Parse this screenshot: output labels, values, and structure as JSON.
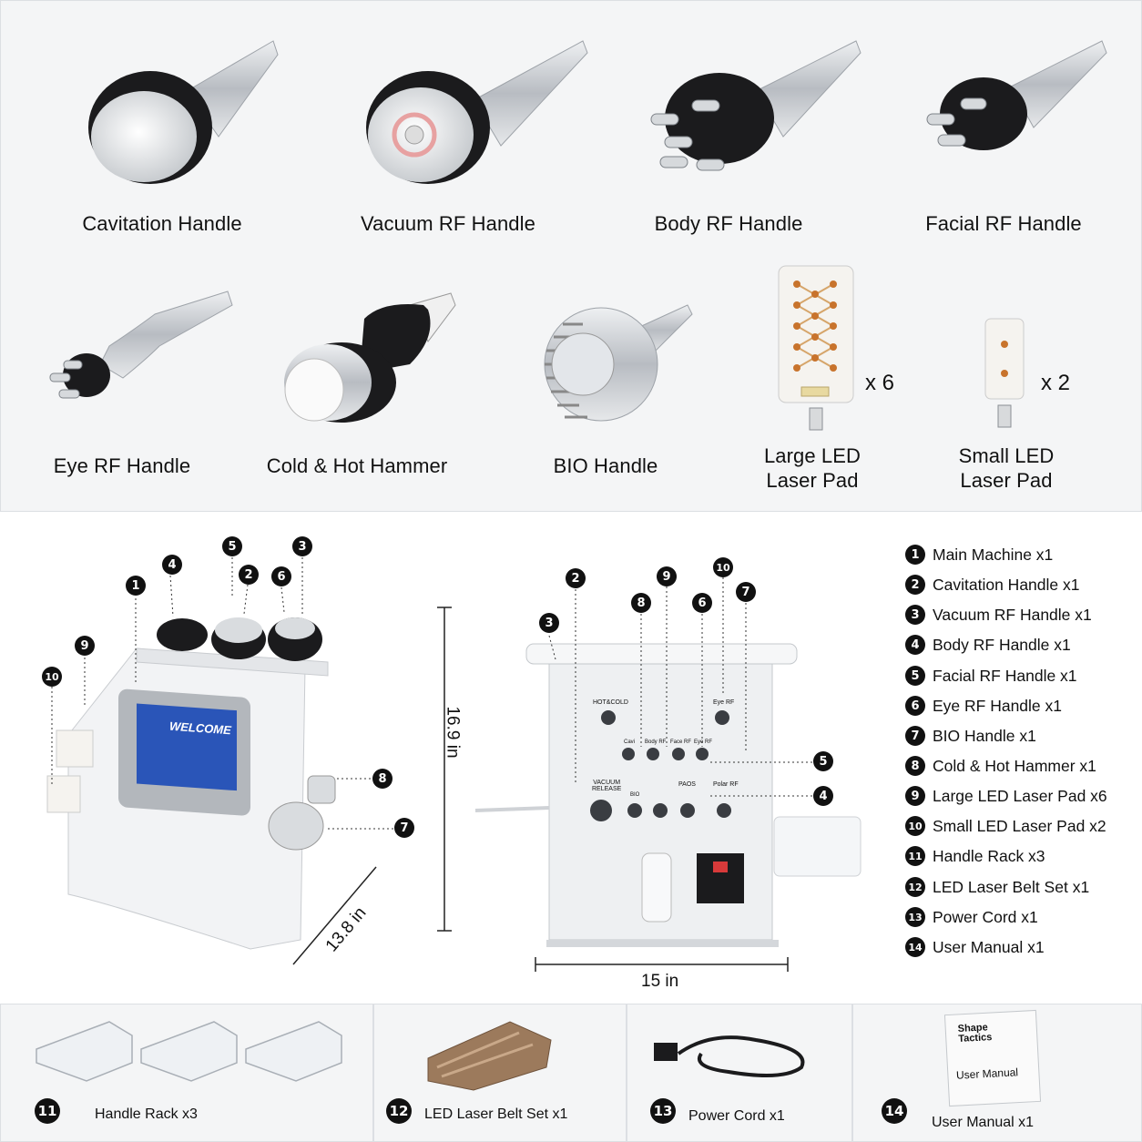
{
  "accessories": [
    {
      "label": "Cavitation Handle"
    },
    {
      "label": "Vacuum RF Handle"
    },
    {
      "label": "Body RF Handle"
    },
    {
      "label": "Facial RF Handle"
    },
    {
      "label": "Eye RF Handle"
    },
    {
      "label": "Cold & Hot Hammer"
    },
    {
      "label": "BIO Handle"
    },
    {
      "label": "Large LED\nLaser Pad",
      "qty": "x 6"
    },
    {
      "label": "Small LED\nLaser Pad",
      "qty": "x 2"
    }
  ],
  "machine": {
    "screen_text": "WELCOME",
    "height": "16.9 in",
    "depth": "13.8 in",
    "width": "15 in",
    "back_panel": {
      "hot_cold": "HOT&COLD",
      "eye_rf": "Eye RF",
      "vacuum_release": "VACUUM\nRELEASE",
      "bio": "BIO",
      "paos": "PAOS",
      "polar_rf": "Polar RF",
      "port_row": [
        "Cavi",
        "Body RF",
        "Face RF",
        "Eye RF"
      ]
    }
  },
  "callouts": {
    "front": [
      "1",
      "2",
      "3",
      "4",
      "5",
      "6",
      "7",
      "8",
      "9",
      "10"
    ],
    "back": [
      "2",
      "3",
      "4",
      "5",
      "6",
      "7",
      "8",
      "9",
      "10"
    ]
  },
  "package_list": [
    {
      "num": "1",
      "text": "Main Machine  x1"
    },
    {
      "num": "2",
      "text": "Cavitation Handle  x1"
    },
    {
      "num": "3",
      "text": "Vacuum RF Handle  x1"
    },
    {
      "num": "4",
      "text": "Body RF Handle  x1"
    },
    {
      "num": "5",
      "text": "Facial RF Handle  x1"
    },
    {
      "num": "6",
      "text": "Eye RF Handle  x1"
    },
    {
      "num": "7",
      "text": "BIO Handle  x1"
    },
    {
      "num": "8",
      "text": "Cold & Hot Hammer x1"
    },
    {
      "num": "9",
      "text": "Large LED Laser Pad  x6"
    },
    {
      "num": "10",
      "text": "Small LED Laser Pad  x2"
    },
    {
      "num": "11",
      "text": "Handle Rack  x3"
    },
    {
      "num": "12",
      "text": "LED Laser Belt Set  x1"
    },
    {
      "num": "13",
      "text": "Power Cord  x1"
    },
    {
      "num": "14",
      "text": "User Manual  x1"
    }
  ],
  "bottom_items": [
    {
      "num": "11",
      "label": "Handle Rack x3"
    },
    {
      "num": "12",
      "label": "LED Laser Belt Set x1"
    },
    {
      "num": "13",
      "label": "Power Cord x1"
    },
    {
      "num": "14",
      "label": "User Manual x1"
    }
  ],
  "manual_cover": {
    "brand": "Shape\nTactics",
    "title": "User Manual"
  },
  "colors": {
    "panel_bg": "#f4f5f6",
    "metal": "#c9cdd2",
    "dark": "#1b1b1d",
    "screen": "#2a55b8",
    "belt": "#9c7a5c"
  }
}
